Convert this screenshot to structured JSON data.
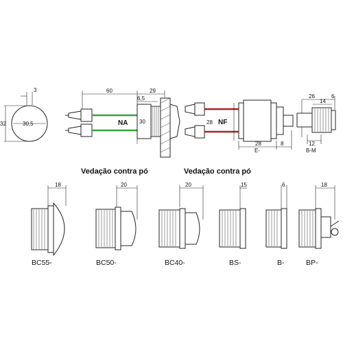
{
  "top_view": {
    "circle_dims": {
      "flat": "3",
      "inner": "30,5",
      "outer": "32"
    },
    "switch_dims": {
      "wire_len": "60",
      "body_len": "29",
      "flange": "6,5",
      "panel": "30"
    },
    "contact_labels": {
      "no": "NA",
      "nc": "NF"
    },
    "right_dims": {
      "height": "28",
      "len": "28",
      "gap": "8",
      "model": "E-"
    },
    "key_dims": {
      "d26": "26",
      "d6": "6",
      "d14": "14",
      "d12": "12",
      "model": "B-M"
    }
  },
  "captions": {
    "left": "Vedação contra pó",
    "right": "Vedação contra pó"
  },
  "variants": [
    {
      "code": "BC55-",
      "dim": "18"
    },
    {
      "code": "BC50-",
      "dim": "20"
    },
    {
      "code": "BC40-",
      "dim": "20"
    },
    {
      "code": "BS-",
      "dim": "15"
    },
    {
      "code": "B-",
      "dim": "6"
    },
    {
      "code": "BP-",
      "dim": "18"
    }
  ],
  "colors": {
    "green_wire": "#3aa23a",
    "red_wire": "#b02020"
  }
}
